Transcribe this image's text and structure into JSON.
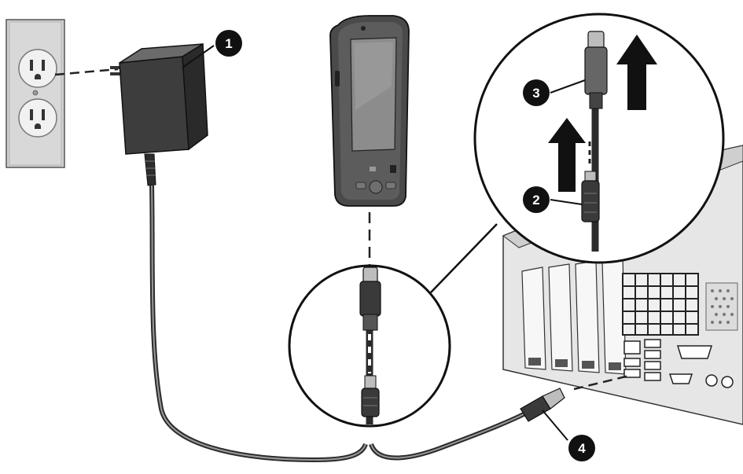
{
  "callouts": [
    {
      "id": "1",
      "label": "1",
      "part": "ac-adapter"
    },
    {
      "id": "2",
      "label": "2",
      "part": "ac-adapter-plug"
    },
    {
      "id": "3",
      "label": "3",
      "part": "sync-cable-connector"
    },
    {
      "id": "4",
      "label": "4",
      "part": "usb-connector"
    }
  ],
  "icons": {
    "wall_outlet": "wall-outlet-icon",
    "ac_adapter": "ac-adapter-icon",
    "handheld": "pocket-pc-icon",
    "computer": "desktop-computer-icon",
    "arrows": "up-arrow-icon"
  },
  "colors": {
    "ink": "#1a1a1a",
    "device_body": "#4a4a4a",
    "screen": "#8c8c8c",
    "plate": "#cfcfcf",
    "chassis": "#e3e3e3"
  }
}
